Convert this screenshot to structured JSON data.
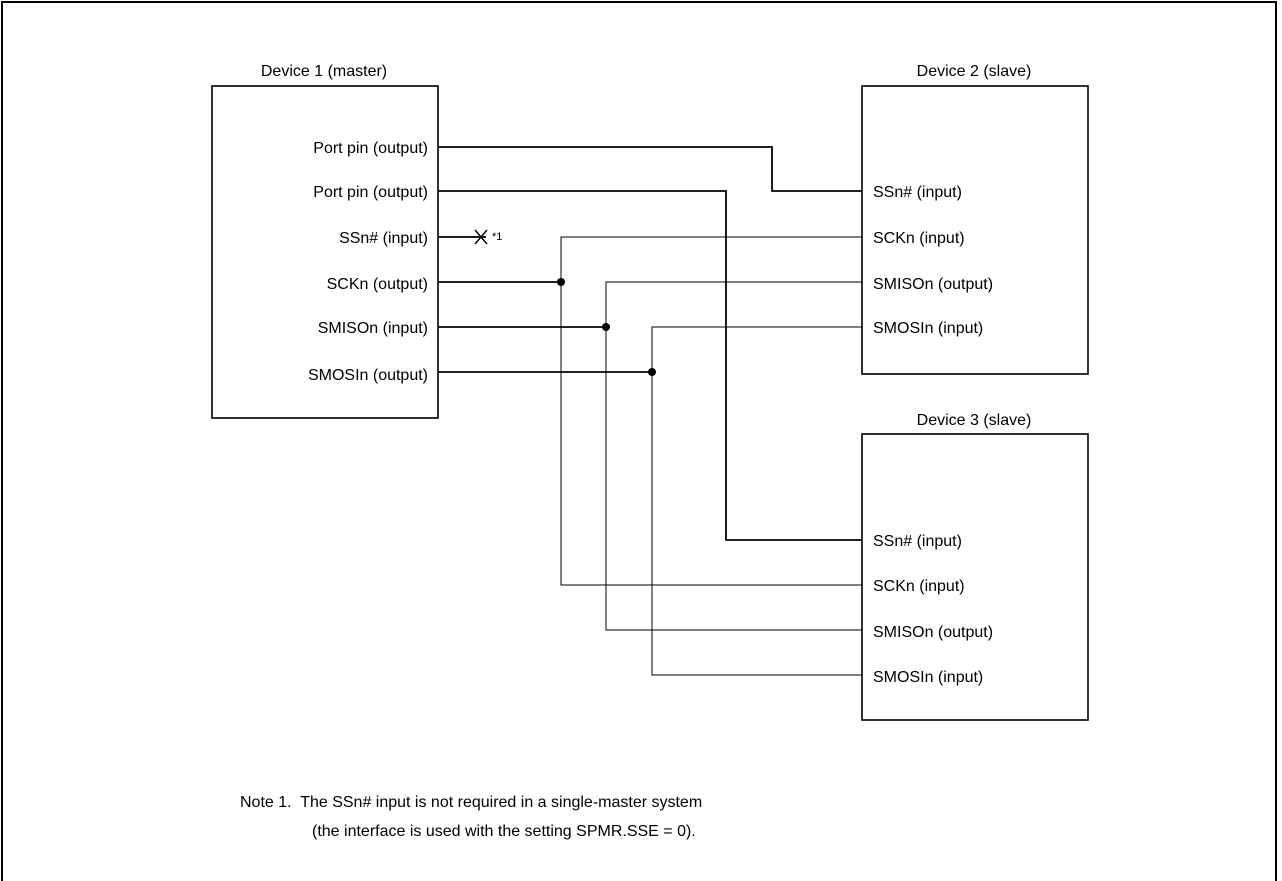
{
  "device1": {
    "title": "Device 1 (master)",
    "pins": [
      "Port pin (output)",
      "Port pin (output)",
      "SSn# (input)",
      "SCKn (output)",
      "SMISOn (input)",
      "SMOSIn (output)"
    ],
    "footnote_mark": "*1"
  },
  "device2": {
    "title": "Device 2 (slave)",
    "pins": [
      "SSn# (input)",
      "SCKn (input)",
      "SMISOn (output)",
      "SMOSIn (input)"
    ]
  },
  "device3": {
    "title": "Device 3 (slave)",
    "pins": [
      "SSn# (input)",
      "SCKn (input)",
      "SMISOn (output)",
      "SMOSIn (input)"
    ]
  },
  "note": {
    "line1": "Note 1.  The SSn# input is not required in a single-master system",
    "line2": "(the interface is used with the setting SPMR.SSE = 0)."
  }
}
